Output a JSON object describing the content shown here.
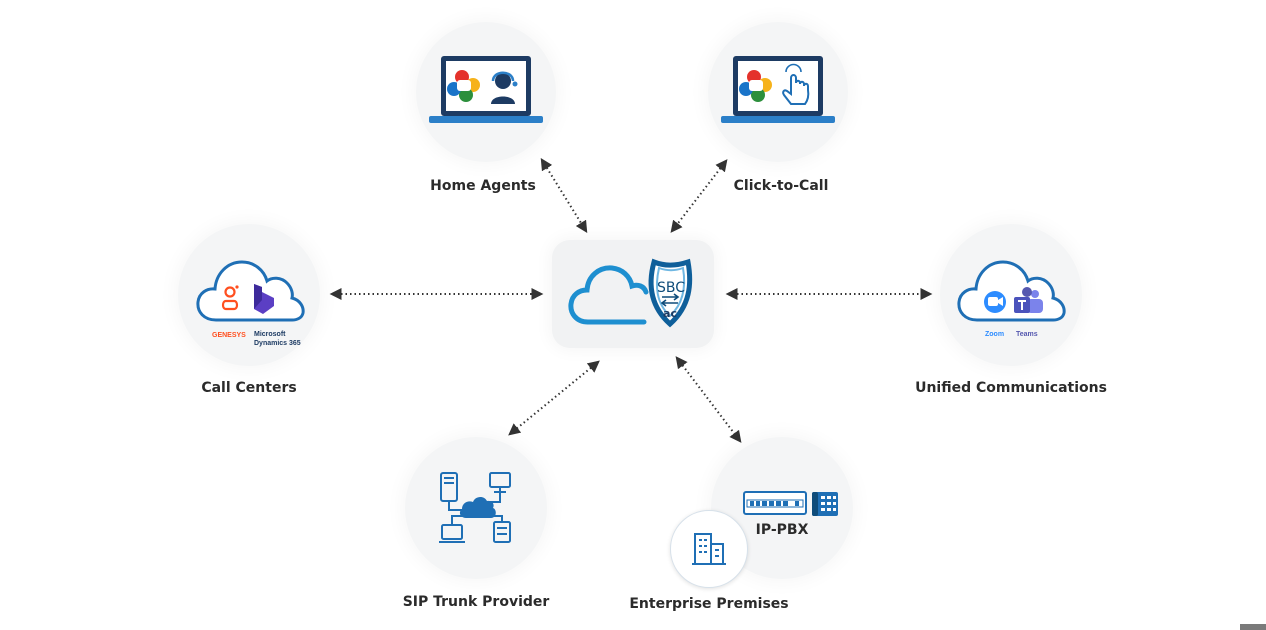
{
  "hub": {
    "shield_text": "SBC"
  },
  "nodes": {
    "home_agents": {
      "label": "Home Agents"
    },
    "click_to_call": {
      "label": "Click-to-Call"
    },
    "call_centers": {
      "label": "Call Centers",
      "vendor1": "GENESYS",
      "vendor2_line1": "Microsoft",
      "vendor2_line2": "Dynamics 365"
    },
    "unified_communications": {
      "label": "Unified Communications",
      "app1": "Zoom",
      "app2": "Teams"
    },
    "sip_trunk_provider": {
      "label": "SIP Trunk Provider"
    },
    "enterprise_premises": {
      "label": "Enterprise Premises",
      "device_label": "IP-PBX"
    }
  },
  "colors": {
    "primary_blue": "#1f6fb5",
    "dark_navy": "#1d3b63",
    "genesys_orange": "#ff4f1f",
    "dynamics_purple": "#5b3fc4",
    "teams_purple": "#5558af",
    "zoom_blue": "#2d8cff",
    "connector": "#333333"
  }
}
